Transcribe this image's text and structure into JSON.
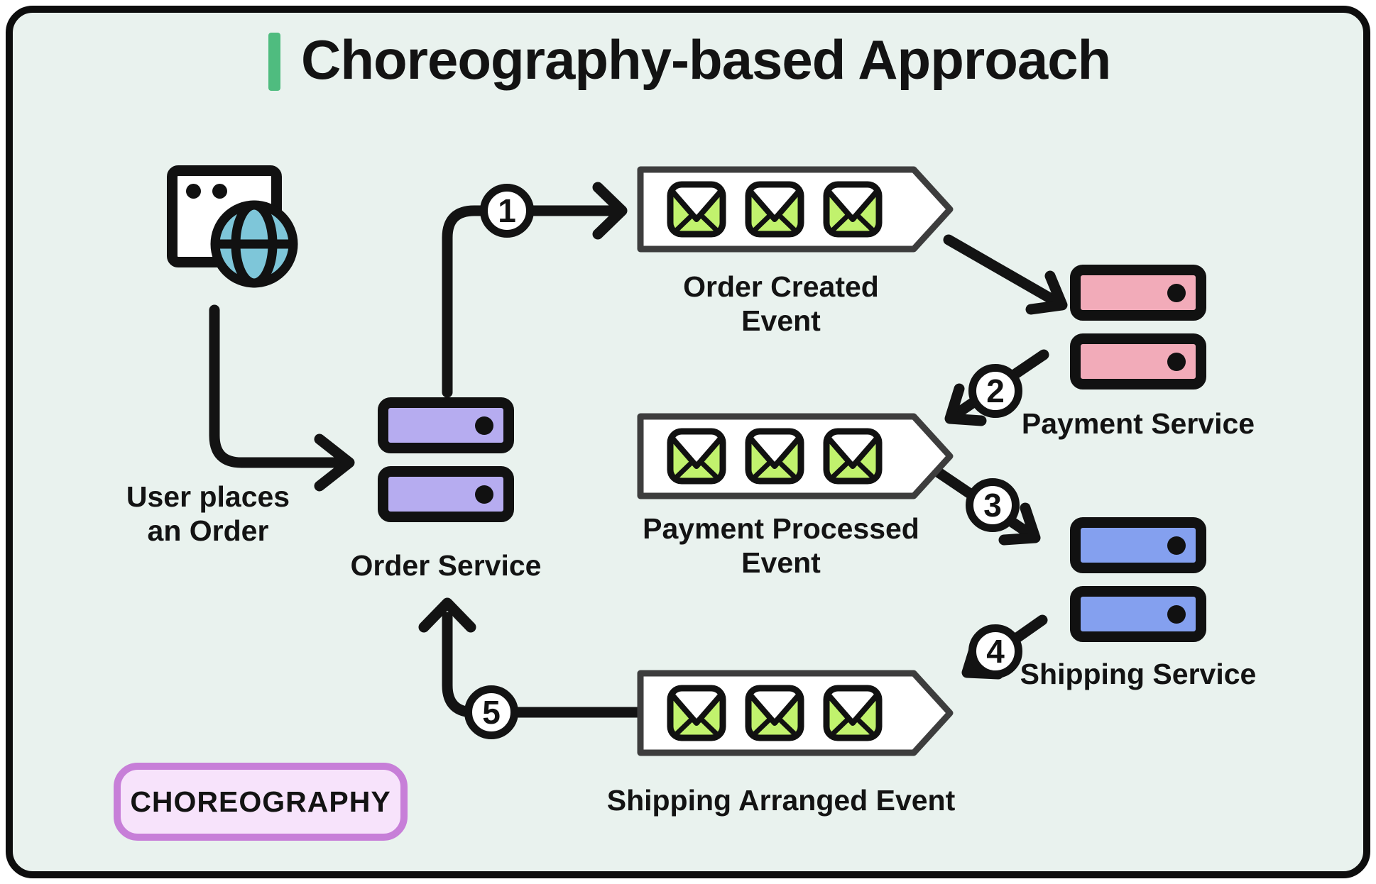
{
  "title": {
    "text": "Choreography-based Approach"
  },
  "badge": {
    "label": "CHOREOGRAPHY"
  },
  "user_action": {
    "lines": [
      "User places",
      "an Order"
    ]
  },
  "services": {
    "order": {
      "label": "Order Service"
    },
    "payment": {
      "label": "Payment Service"
    },
    "shipping": {
      "label": "Shipping Service"
    }
  },
  "events": {
    "order_created": {
      "lines": [
        "Order Created",
        "Event"
      ]
    },
    "payment_processed": {
      "lines": [
        "Payment Processed",
        "Event"
      ]
    },
    "shipping_arranged": {
      "lines": [
        "Shipping Arranged Event"
      ]
    }
  },
  "steps": [
    "1",
    "2",
    "3",
    "4",
    "5"
  ],
  "icons": {
    "user": "browser-globe-icon",
    "service": "server-stack-icon",
    "event_queue": "message-queue-icon",
    "message": "envelope-icon"
  },
  "colors": {
    "background": "#e9f2ee",
    "frame_border": "#0d0d0d",
    "title_accent": "#4fbc7f",
    "order_service_fill": "#b6acf0",
    "payment_service_fill": "#f2abb9",
    "shipping_service_fill": "#84a0ef",
    "envelope_fill": "#c1f26d",
    "globe_fill": "#7ec6d9",
    "badge_fill": "#f7e3fb",
    "badge_border": "#c77fd8",
    "queue_border": "#3d3d3d",
    "line_color": "#131313"
  }
}
